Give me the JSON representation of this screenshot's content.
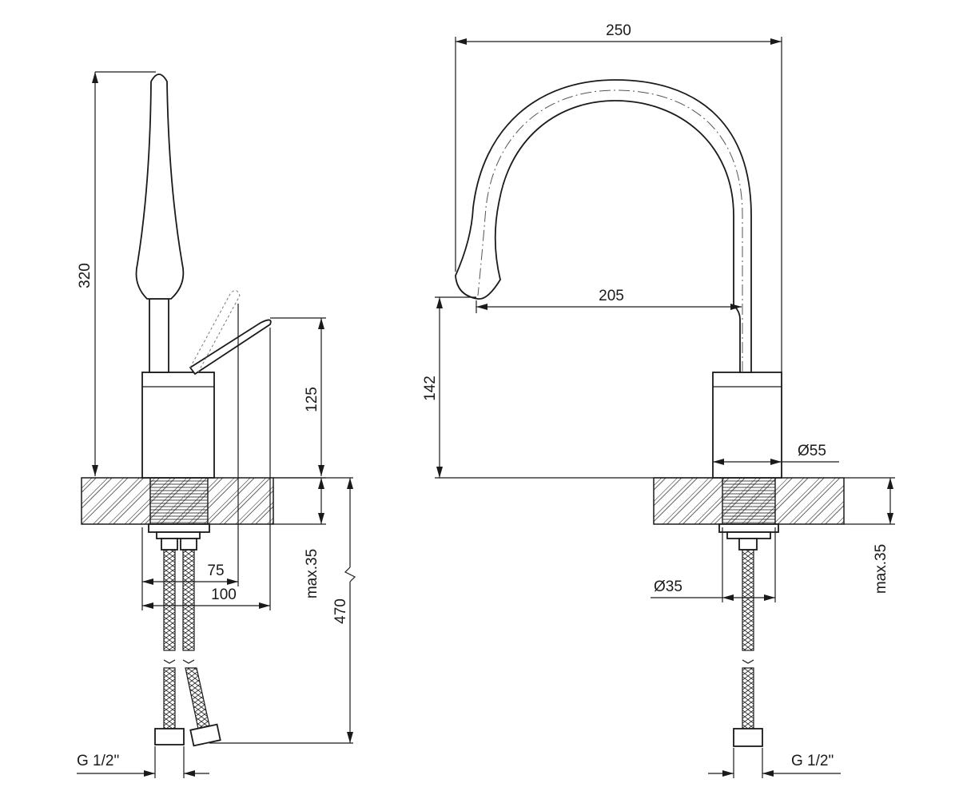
{
  "side_view": {
    "dim_height_total": "320",
    "dim_lever_height": "125",
    "dim_depth_75": "75",
    "dim_depth_100": "100",
    "dim_under_max": "max.35",
    "dim_hose_length": "470",
    "thread_label": "G 1/2\""
  },
  "front_view": {
    "dim_width_total": "250",
    "dim_spout_reach": "205",
    "dim_spout_height": "142",
    "dim_body_diameter": "Ø55",
    "dim_shank_diameter": "Ø35",
    "dim_under_max": "max.35",
    "thread_label": "G 1/2\""
  },
  "colors": {
    "line": "#1a1a1a",
    "background": "#ffffff"
  }
}
